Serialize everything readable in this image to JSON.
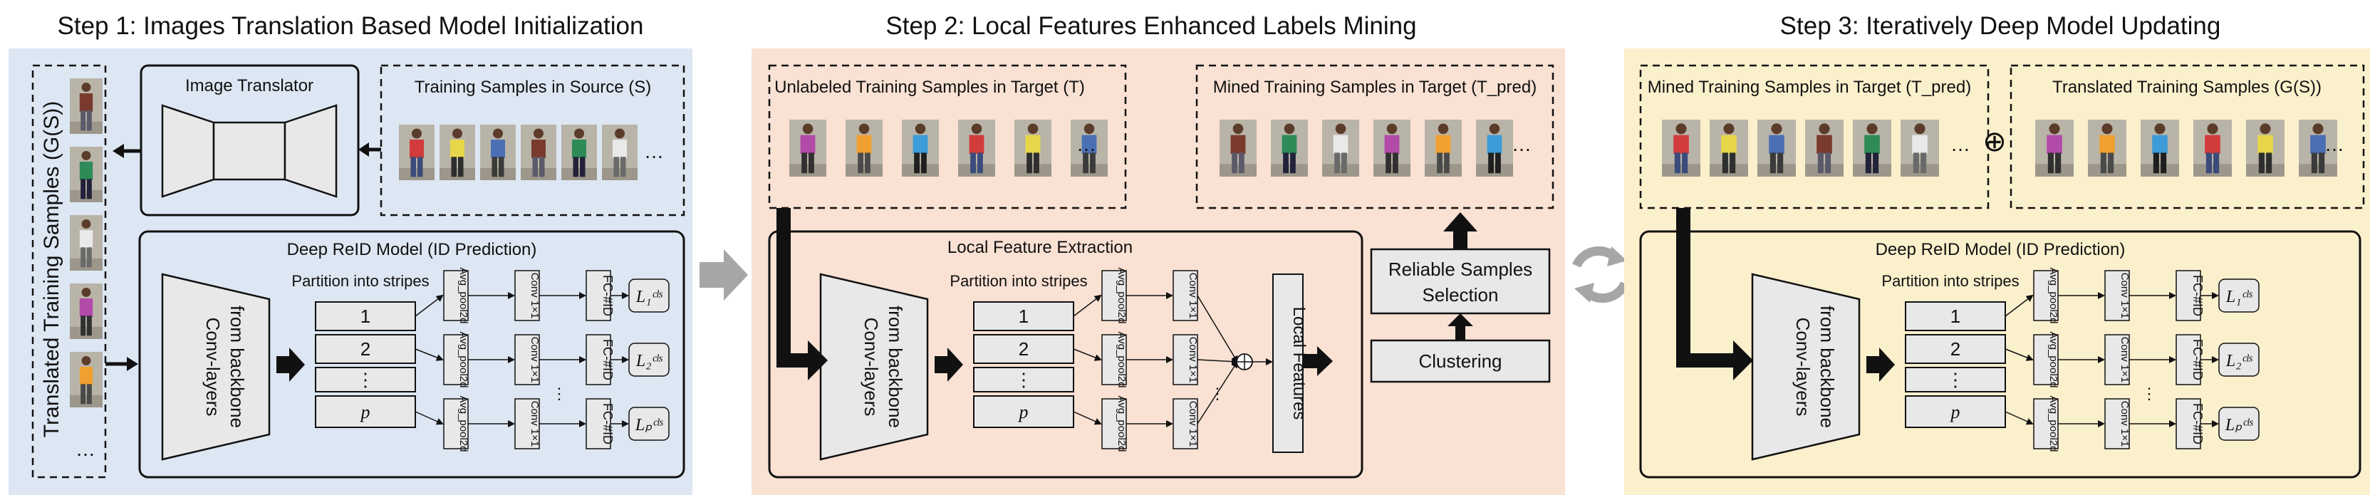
{
  "colors": {
    "step1_bg": "#dde7f3",
    "step2_bg": "#f9e1d3",
    "step3_bg": "#fbf0cc",
    "box_fill": "#e8e8e8",
    "stroke": "#111111",
    "connector": "#a6a6a6"
  },
  "steps": [
    {
      "title": "Step 1: Images Translation Based Model Initialization",
      "translator_label": "Image Translator",
      "source_label": "Training Samples in Source (S)",
      "translated_side_label": "Translated Training Samples (G(S))",
      "reid_title": "Deep ReID Model (ID Prediction)",
      "partition_label": "Partition into stripes",
      "backbone_label_1": "Conv-layers",
      "backbone_label_2": "from backbone",
      "stripes": [
        "1",
        "2",
        "⋮",
        "p"
      ],
      "pool_label": "Avg_pool2d",
      "conv_label": "Conv 1×1",
      "fc_label": "FC-#ID",
      "losses": [
        "L₁ᶜˡˢ",
        "L₂ᶜˡˢ",
        "Lₚᶜˡˢ"
      ],
      "ellipsis": "…"
    },
    {
      "title": "Step 2: Local Features Enhanced Labels Mining",
      "unlabeled_label": "Unlabeled Training Samples in Target (T)",
      "mined_label": "Mined Training Samples in Target (T_pred)",
      "extraction_title": "Local Feature Extraction",
      "partition_label": "Partition into stripes",
      "backbone_label_1": "Conv-layers",
      "backbone_label_2": "from backbone",
      "stripes": [
        "1",
        "2",
        "⋮",
        "p"
      ],
      "pool_label": "Avg_pool2d",
      "conv_label": "Conv 1×1",
      "local_features_label": "Local Features",
      "reliable_label_1": "Reliable Samples",
      "reliable_label_2": "Selection",
      "clustering_label": "Clustering",
      "ellipsis": "…"
    },
    {
      "title": "Step 3: Iteratively Deep Model Updating",
      "mined_label": "Mined Training Samples in Target (T_pred)",
      "translated_label": "Translated Training Samples (G(S))",
      "plus_symbol": "⊕",
      "reid_title": "Deep ReID Model (ID Prediction)",
      "partition_label": "Partition into stripes",
      "backbone_label_1": "Conv-layers",
      "backbone_label_2": "from backbone",
      "stripes": [
        "1",
        "2",
        "⋮",
        "p"
      ],
      "pool_label": "Avg_pool2d",
      "conv_label": "Conv 1×1",
      "fc_label": "FC-#ID",
      "losses": [
        "L₁ᶜˡˢ",
        "L₂ᶜˡˢ",
        "Lₚᶜˡˢ"
      ],
      "ellipsis": "…"
    }
  ]
}
